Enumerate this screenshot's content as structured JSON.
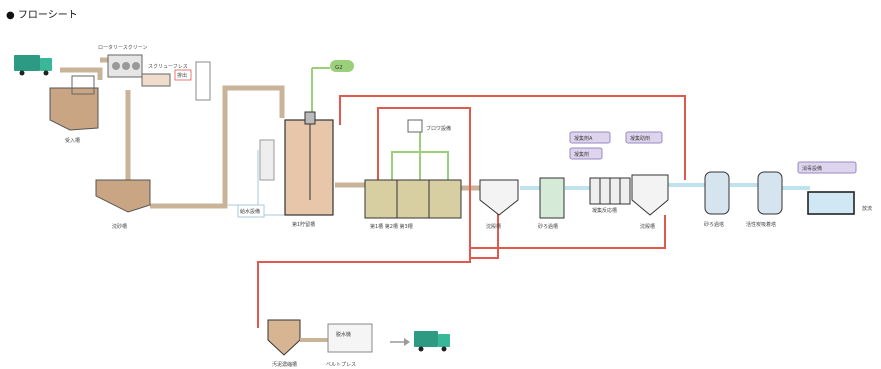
{
  "title": "● フローシート",
  "labels": {
    "hopper": "受入槽",
    "screen_top": "ロータリースクリーン",
    "screw_press": "スクリューフレス",
    "out1": "排出",
    "settling": "沈砂槽",
    "gas_tag": "G2",
    "blower": "ブロワ設備",
    "cyl_tank": "第1貯留槽",
    "bio_tanks": "第1槽 第2槽 第3槽",
    "settler1": "沈殿槽",
    "pipe_box": "給水設備",
    "sand_filter": "砂ろ過槽",
    "chem_a": "凝集剤A",
    "chem_b": "凝集剤",
    "chem_c": "凝集助剤",
    "mixer": "凝集反応槽",
    "settler2": "沈殿槽",
    "filter1": "砂ろ過塔",
    "filter2": "活性炭吸着塔",
    "disinfect": "消毒設備",
    "outlet": "放流",
    "sludge_thick": "汚泥濃縮槽",
    "dehydrator": "脱水機",
    "dehydrator_label": "ベルトプレス"
  },
  "colors": {
    "beige": "#c9b49a",
    "red": "#e0584e",
    "green": "#9bd07a",
    "blue_light": "#bfe3ee",
    "tank_fill": "#e7c6aa",
    "teal": "#5db7c4"
  },
  "icons": {
    "truck": "truck-icon",
    "arrow": "arrow-right-icon"
  }
}
